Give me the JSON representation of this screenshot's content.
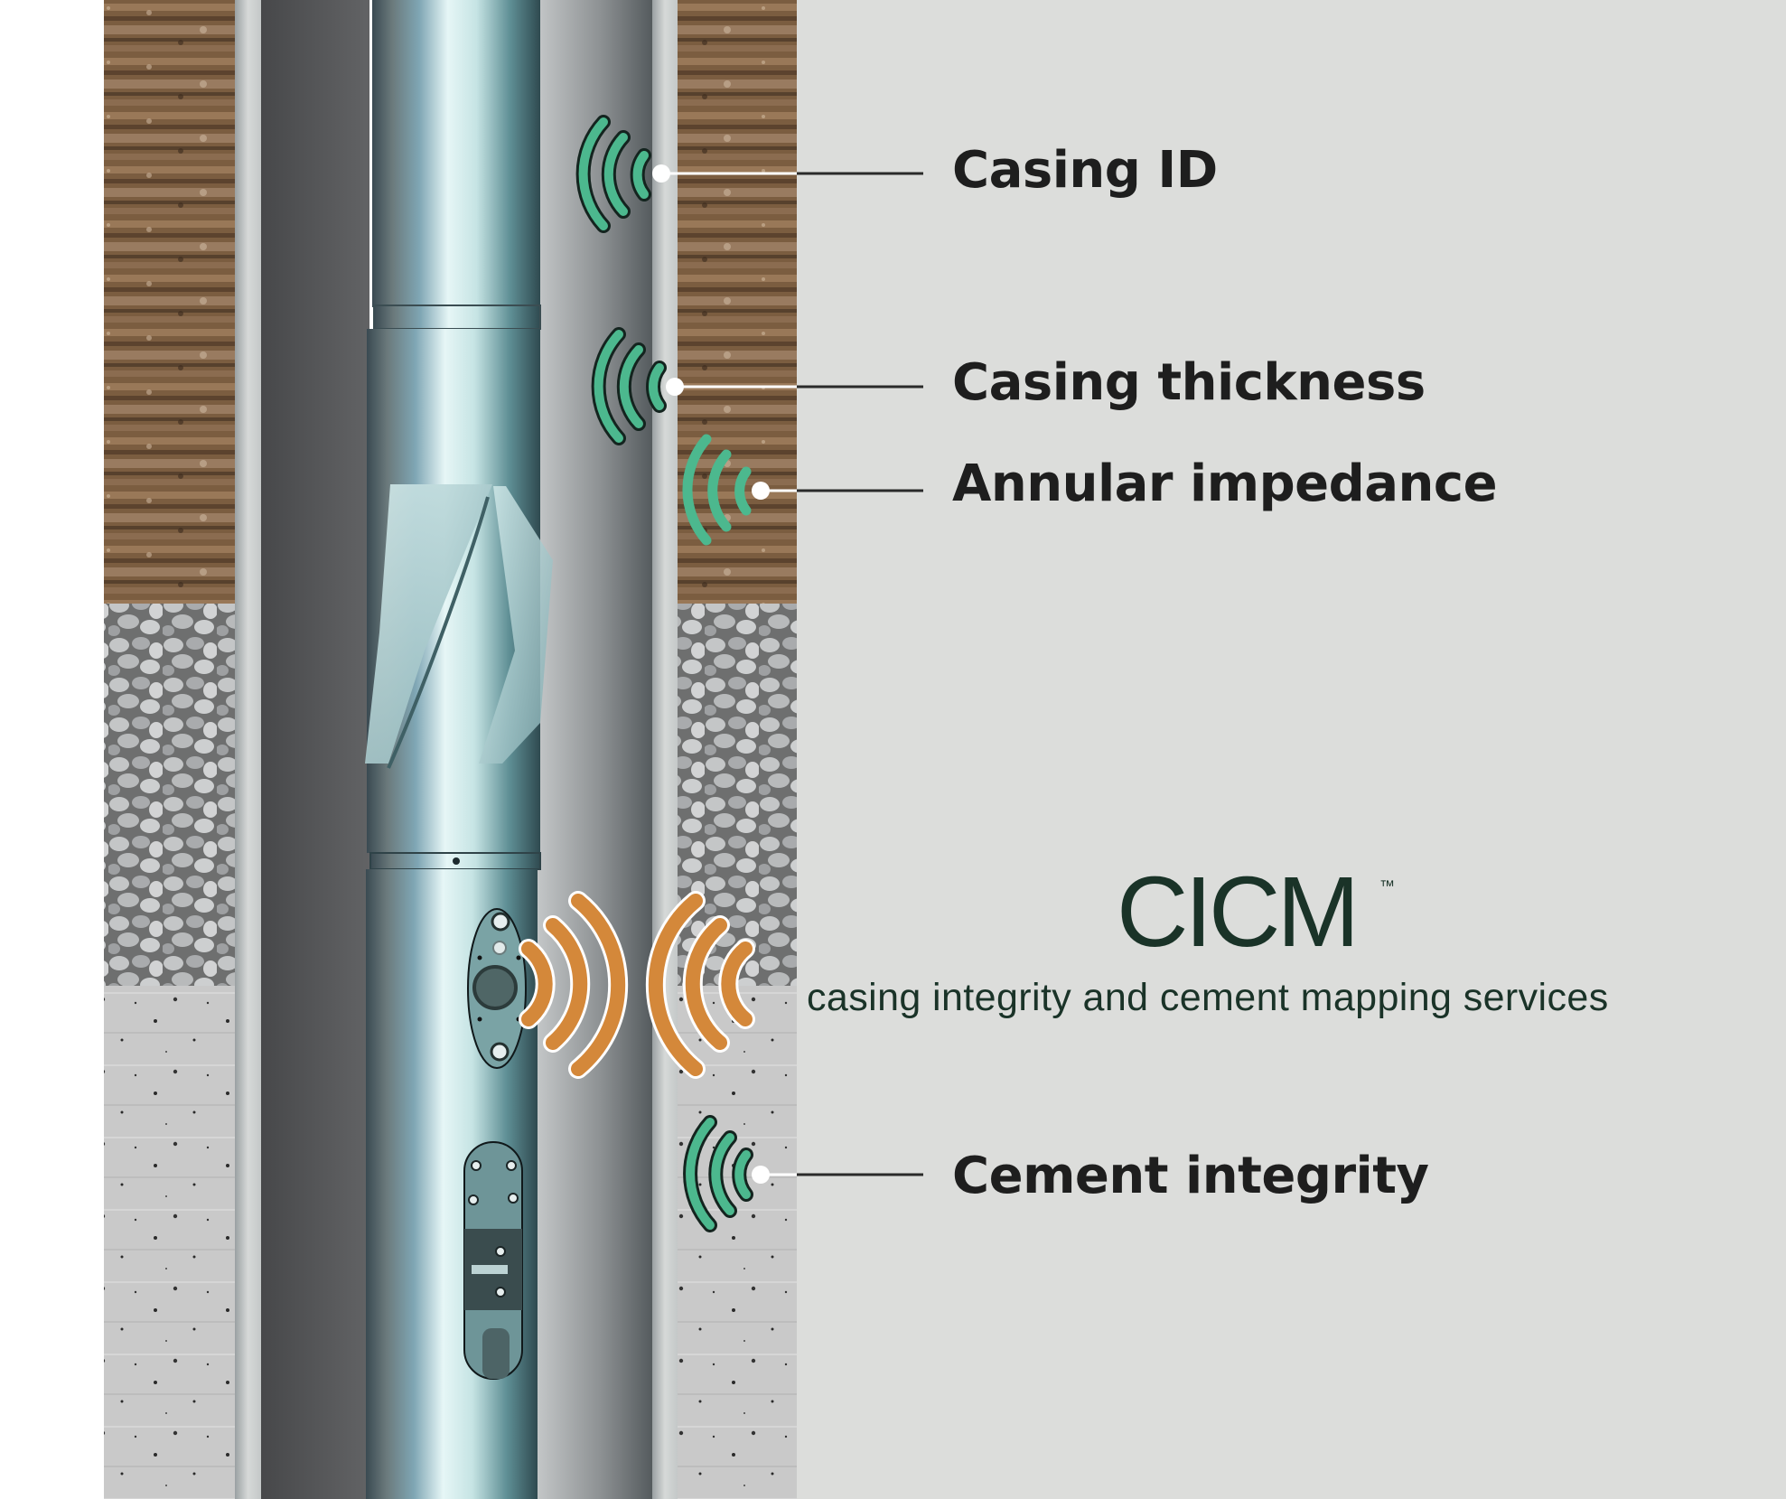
{
  "diagram": {
    "title": "CICM",
    "trademark": "™",
    "subtitle": "casing integrity and cement mapping services",
    "measurements": [
      {
        "label": "Casing ID",
        "signal": "green-acoustic-wave"
      },
      {
        "label": "Casing thickness",
        "signal": "green-acoustic-wave"
      },
      {
        "label": "Annular impedance",
        "signal": "green-acoustic-wave"
      },
      {
        "label": "Cement integrity",
        "signal": "green-acoustic-wave"
      }
    ],
    "layers": [
      "rock formation",
      "gravel",
      "cement",
      "casing",
      "wellbore annulus",
      "logging tool"
    ],
    "emitter_signal": "orange-ultrasonic-wave"
  },
  "colors": {
    "panel_bg": "#dcdddb",
    "label_text": "#1e1e1e",
    "brand_green": "#1a3328",
    "signal_green": "#4cb88e",
    "signal_orange": "#d4883a",
    "connector_dark": "#2a2a2a",
    "connector_white": "#ffffff"
  }
}
